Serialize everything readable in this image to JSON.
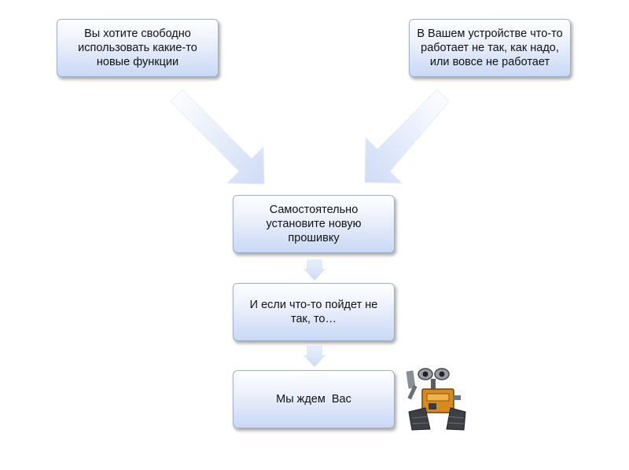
{
  "boxes": {
    "top_left": "Вы хотите свободно использовать какие-то новые функции",
    "top_right": "В Вашем устройстве что-то работает не так, как надо, или вовсе не работает",
    "middle": "Самостоятельно установите новую прошивку",
    "lower": "И если что-то пойдет не так, то…",
    "bottom": "Мы ждем  Вас"
  },
  "colors": {
    "box_gradient_top": "#ffffff",
    "box_gradient_bottom": "#c9d8f5",
    "arrow_fill": "#dfe8f8"
  },
  "icons": [
    "robot-icon"
  ]
}
